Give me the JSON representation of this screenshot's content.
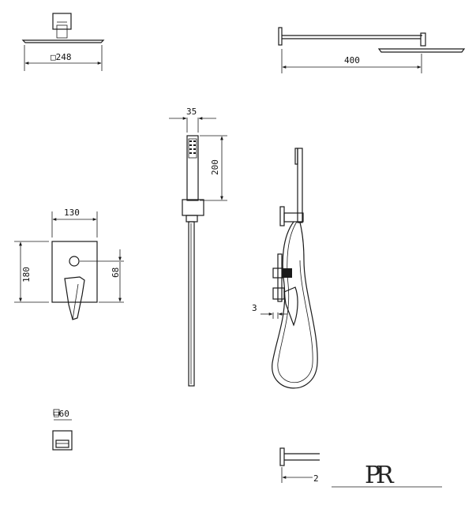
{
  "dimensions": {
    "head_width": "□248",
    "arm_length": "400",
    "handle_width": "35",
    "handle_length": "200",
    "plate_width": "130",
    "plate_height": "180",
    "knob_offset": "68",
    "plate_depth": "3",
    "elbow_size": "□60",
    "cut_label": "2"
  },
  "logo": {
    "text": "PR"
  },
  "colors": {
    "line": "#1a1a1a",
    "background": "#ffffff"
  }
}
